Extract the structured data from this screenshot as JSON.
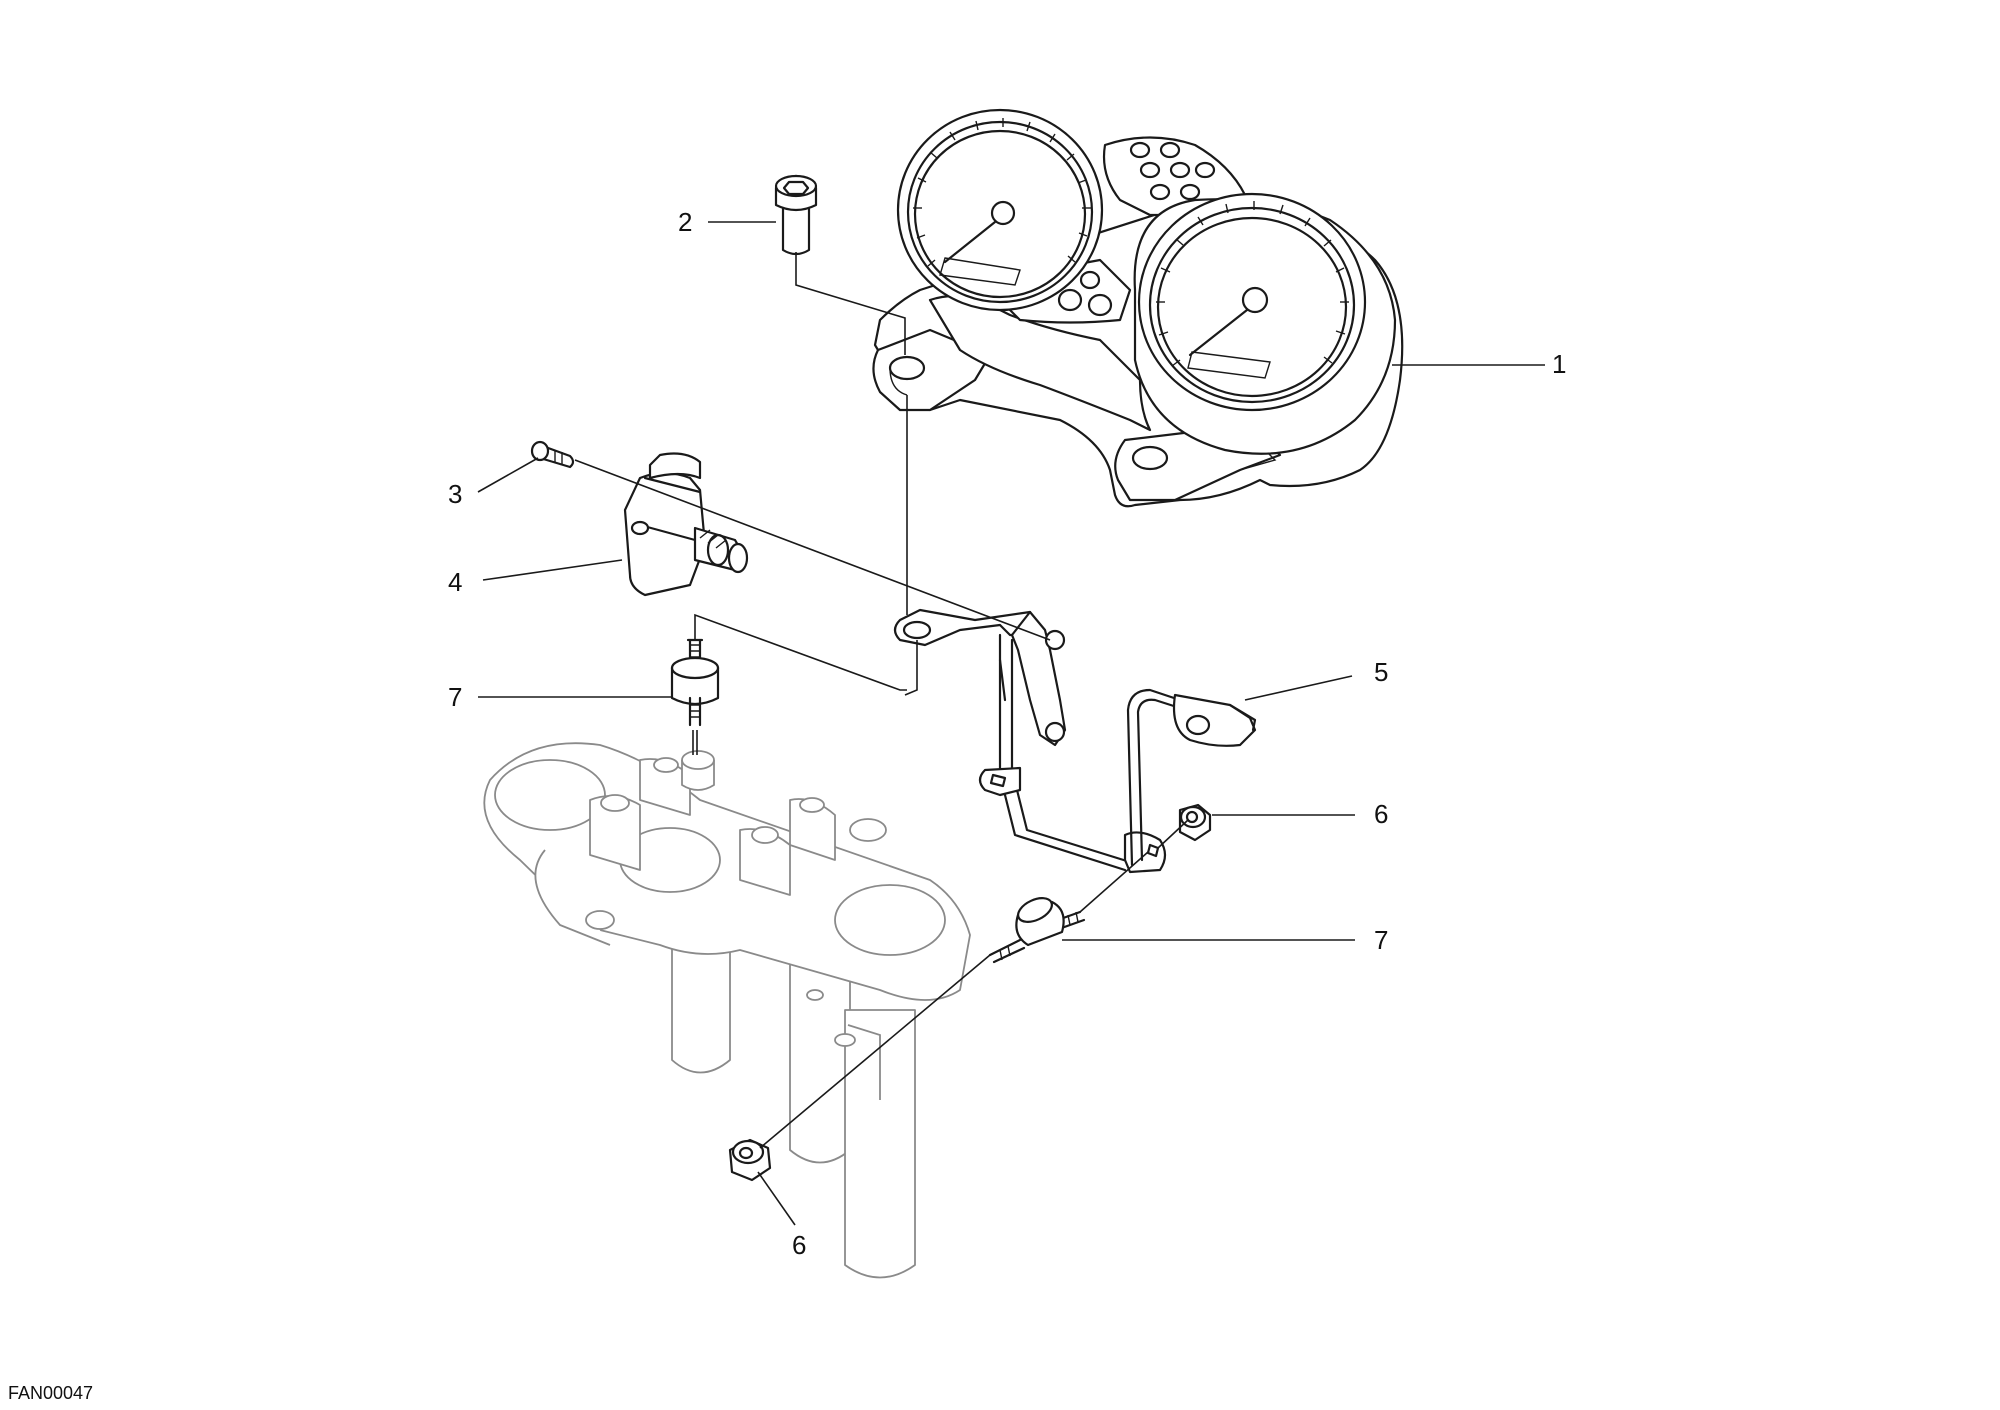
{
  "callouts": [
    {
      "id": "1",
      "label": "1"
    },
    {
      "id": "2",
      "label": "2"
    },
    {
      "id": "3",
      "label": "3"
    },
    {
      "id": "4",
      "label": "4"
    },
    {
      "id": "5",
      "label": "5"
    },
    {
      "id": "6a",
      "label": "6"
    },
    {
      "id": "6b",
      "label": "6"
    },
    {
      "id": "7a",
      "label": "7"
    },
    {
      "id": "7b",
      "label": "7"
    }
  ],
  "drawing_code": "FAN00047"
}
